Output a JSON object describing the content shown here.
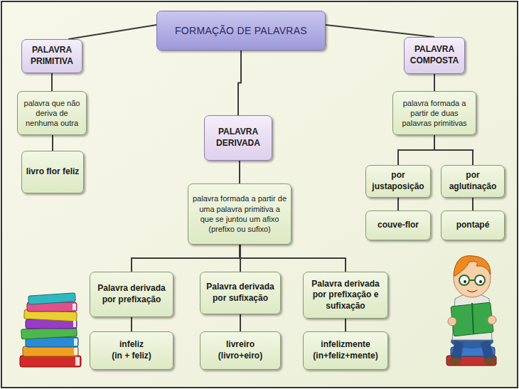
{
  "diagram": {
    "nodes": [
      {
        "text": [
          "FORMAÇÃO DE PALAVRAS"
        ]
      },
      {
        "text": [
          "PALAVRA PRIMITIVA"
        ]
      },
      {
        "text": [
          "palavra que não deriva de nenhuma outra"
        ]
      },
      {
        "text": [
          "livro flor feliz"
        ]
      },
      {
        "text": [
          "PALAVRA DERIVADA"
        ]
      },
      {
        "text": [
          "palavra formada a partir de uma palavra primitiva a que se juntou um afixo (prefixo ou sufixo)"
        ]
      },
      {
        "text": [
          "PALAVRA COMPOSTA"
        ]
      },
      {
        "text": [
          "palavra formada a partir de duas palavras primitivas"
        ]
      },
      {
        "text": [
          "por justaposição"
        ]
      },
      {
        "text": [
          "por aglutinação"
        ]
      },
      {
        "text": [
          "couve-flor"
        ]
      },
      {
        "text": [
          "pontapé"
        ]
      },
      {
        "text": [
          "Palavra derivada por prefixação"
        ]
      },
      {
        "text": [
          "Palavra derivada por sufixação"
        ]
      },
      {
        "text": [
          "Palavra derivada por prefixação e sufixação"
        ]
      },
      {
        "text": [
          "infeliz",
          "(in + feliz)"
        ]
      },
      {
        "text": [
          "livreiro",
          "(livro+eiro)"
        ]
      },
      {
        "text": [
          "infelizmente",
          "(in+feliz+mente)"
        ]
      }
    ],
    "edges": [
      {
        "from": 0,
        "to": 1,
        "arrow": "none"
      },
      {
        "from": 0,
        "to": 4,
        "arrow": "none"
      },
      {
        "from": 0,
        "to": 6,
        "arrow": "none"
      },
      {
        "from": 1,
        "to": 2,
        "arrow": "none"
      },
      {
        "from": 2,
        "to": 3,
        "arrow": "none"
      },
      {
        "from": 4,
        "to": 5,
        "arrow": "none"
      },
      {
        "from": 5,
        "to": 12,
        "arrow": "none"
      },
      {
        "from": 5,
        "to": 13,
        "arrow": "none"
      },
      {
        "from": 5,
        "to": 14,
        "arrow": "none"
      },
      {
        "from": 6,
        "to": 7,
        "arrow": "none"
      },
      {
        "from": 7,
        "to": 8,
        "arrow": "none"
      },
      {
        "from": 7,
        "to": 9,
        "arrow": "none"
      },
      {
        "from": 8,
        "to": 10,
        "arrow": "none"
      },
      {
        "from": 9,
        "to": 11,
        "arrow": "none"
      },
      {
        "from": 12,
        "to": 15,
        "arrow": "none"
      },
      {
        "from": 13,
        "to": 16,
        "arrow": "none"
      },
      {
        "from": 14,
        "to": 17,
        "arrow": "none"
      }
    ]
  }
}
